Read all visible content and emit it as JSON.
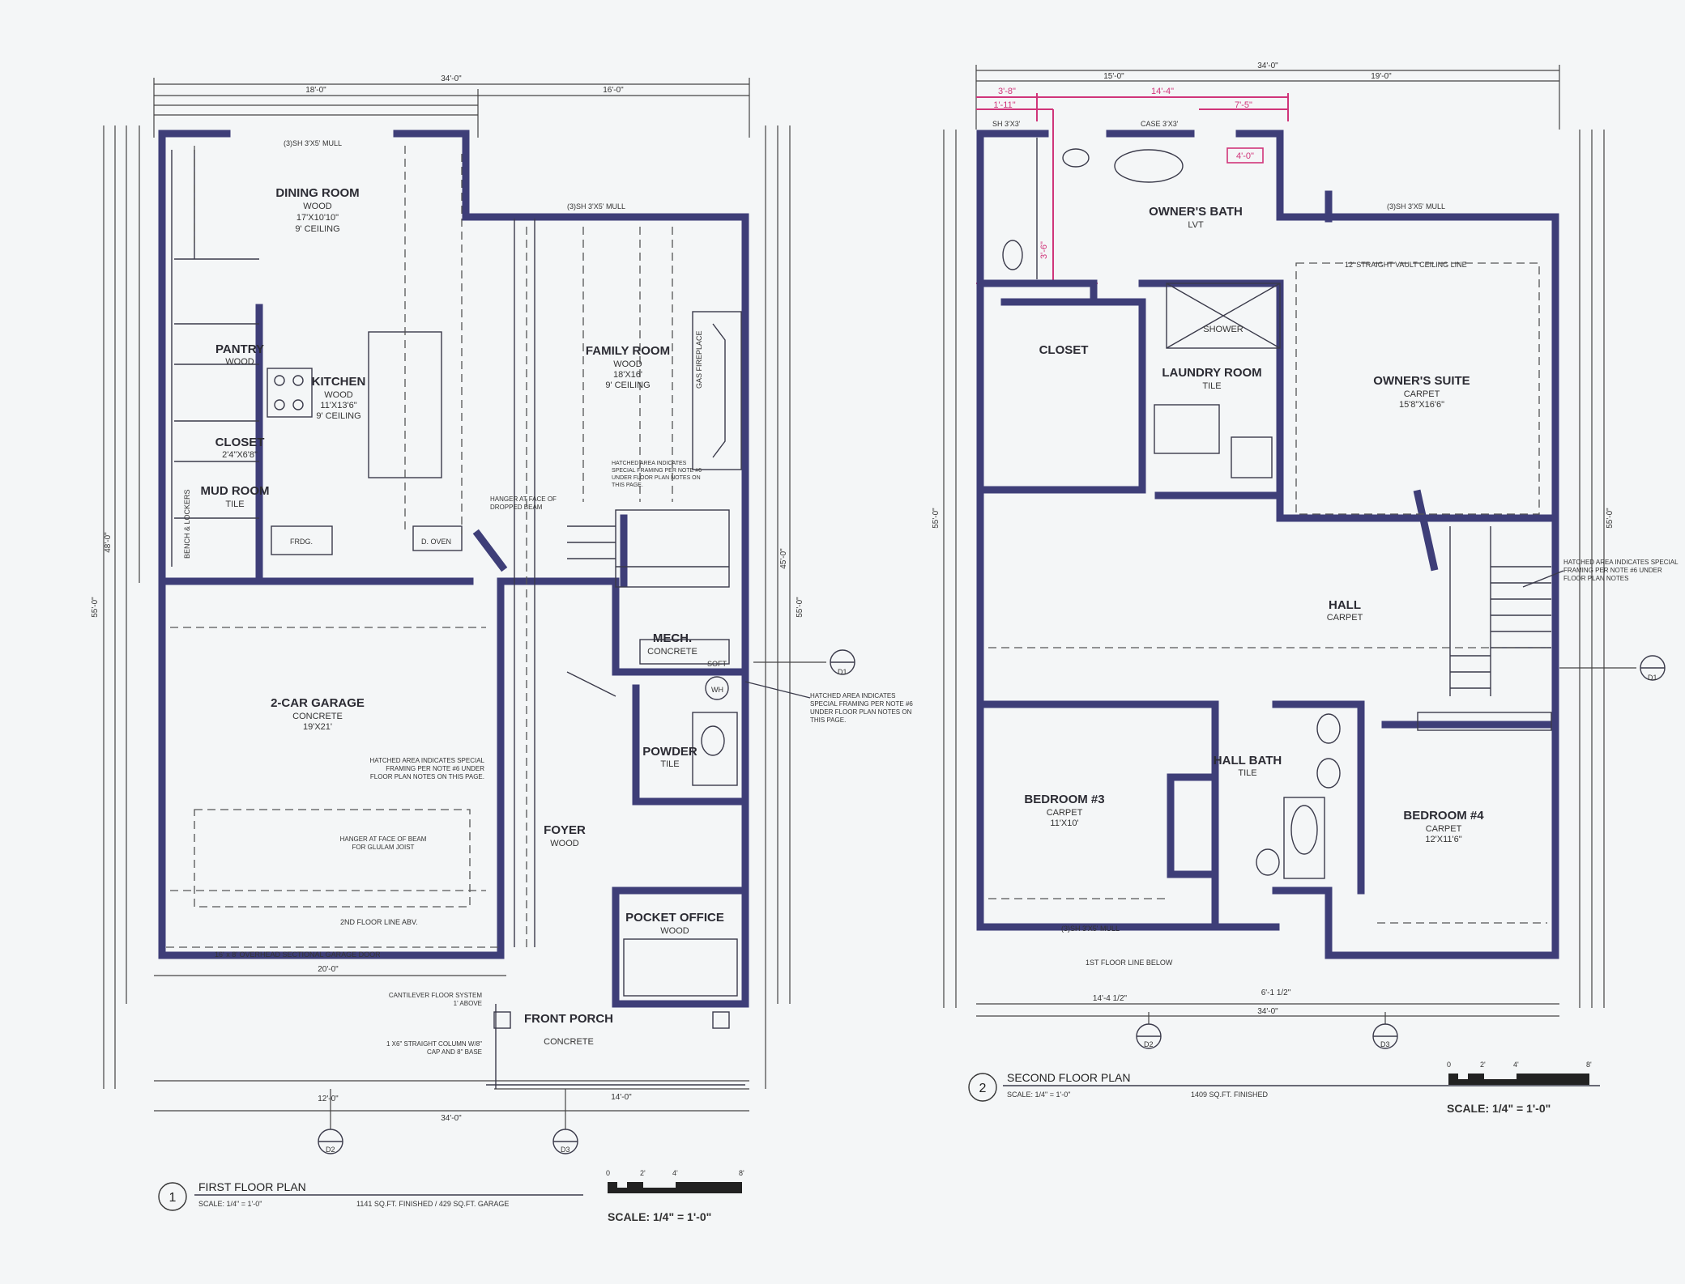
{
  "first_floor": {
    "dims": {
      "overall_top": "34'-0\"",
      "top_left": "18'-0\"",
      "top_right": "16'-0\"",
      "bottom_a": "12'-0\"",
      "bottom_b": "34'-0\"",
      "bottom_c": "20'-0\"",
      "bottom_d": "14'-0\"",
      "left_overall": "55'-0\"",
      "left_upper": "48'-0\"",
      "right_a": "55'-0\"",
      "right_b": "45'-0\"",
      "garage_door_dim": "16' x 8' OVERHEAD SECTIONAL GARAGE DOOR"
    },
    "rooms": [
      {
        "name": "DINING ROOM",
        "lines": [
          "WOOD",
          "17'X10'10\"",
          "9' CEILING"
        ]
      },
      {
        "name": "PANTRY",
        "lines": [
          "WOOD"
        ]
      },
      {
        "name": "KITCHEN",
        "lines": [
          "WOOD",
          "11'X13'6\"",
          "9' CEILING"
        ]
      },
      {
        "name": "CLOSET",
        "lines": [
          "2'4\"X6'8\""
        ]
      },
      {
        "name": "MUD ROOM",
        "lines": [
          "TILE"
        ]
      },
      {
        "name": "FAMILY ROOM",
        "lines": [
          "WOOD",
          "18'X16'",
          "9' CEILING"
        ]
      },
      {
        "name": "MECH.",
        "lines": [
          "CONCRETE"
        ]
      },
      {
        "name": "2-CAR GARAGE",
        "lines": [
          "CONCRETE",
          "19'X21'"
        ]
      },
      {
        "name": "POWDER",
        "lines": [
          "TILE"
        ]
      },
      {
        "name": "FOYER",
        "lines": [
          "WOOD"
        ]
      },
      {
        "name": "POCKET OFFICE",
        "lines": [
          "WOOD"
        ]
      },
      {
        "name": "FRONT PORCH",
        "lines": [
          "CONCRETE"
        ]
      }
    ],
    "labels": {
      "window_top": "(3)SH 3'X5' MULL",
      "window_mid": "(3)SH 3'X5' MULL",
      "frdg": "FRDG.",
      "oven": "D. OVEN",
      "gas_fireplace": "GAS FIREPLACE",
      "bench": "BENCH & LOCKERS",
      "wh": "WH",
      "soft": "SOFT",
      "floor_line": "2ND FLOOR LINE ABV.",
      "garage_door": "16' x 8' OVERHEAD SECTIONAL GARAGE DOOR"
    },
    "notes": {
      "hatched_garage": "HATCHED AREA INDICATES SPECIAL FRAMING PER NOTE #6 UNDER FLOOR PLAN NOTES ON THIS PAGE.",
      "hatched_mech": "HATCHED AREA INDICATES SPECIAL FRAMING PER NOTE #6 UNDER FLOOR PLAN NOTES ON THIS PAGE.",
      "hanger_beam": "HANGER AT FACE OF BEAM FOR GLULAM JOIST",
      "hanger_face": "HANGER AT FACE OF DROPPED BEAM",
      "cantilever": "CANTILEVER FLOOR SYSTEM 1' ABOVE",
      "column": "1 X6\" STRAIGHT COLUMN W/8\" CAP AND 8\" BASE",
      "hatched_family": "HATCHED AREA INDICATES SPECIAL FRAMING PER NOTE #6 UNDER FLOOR PLAN NOTES ON THIS PAGE."
    },
    "markers": {
      "right": "D1",
      "bottom_left": "D2",
      "bottom_mid": "D3"
    },
    "title": {
      "number": "1",
      "name": "FIRST FLOOR PLAN",
      "scale": "SCALE: 1/4\" = 1'-0\"",
      "area": "1141 SQ.FT. FINISHED  /  429 SQ.FT. GARAGE",
      "scale_big": "SCALE:  1/4\"  =  1'-0\"",
      "bar_labels": [
        "0",
        "2'",
        "4'",
        "8'"
      ]
    }
  },
  "second_floor": {
    "dims": {
      "overall_top": "34'-0\"",
      "top_left": "15'-0\"",
      "top_right": "19'-0\"",
      "pink_a": "3'-8\"",
      "pink_b": "14'-4\"",
      "pink_c": "1'-11\"",
      "pink_d": "7'-5\"",
      "pink_e": "4'-0\"",
      "pink_f": "3'-6\"",
      "bottom_a": "14'-4 1/2\"",
      "bottom_b": "34'-0\"",
      "bottom_c": "6'-1 1/2\"",
      "left_overall": "55'-0\"",
      "right_overall": "55'-0\""
    },
    "rooms": [
      {
        "name": "OWNER'S BATH",
        "lines": [
          "LVT"
        ]
      },
      {
        "name": "CLOSET",
        "lines": []
      },
      {
        "name": "LAUNDRY ROOM",
        "lines": [
          "TILE"
        ]
      },
      {
        "name": "SHOWER",
        "lines": []
      },
      {
        "name": "OWNER'S SUITE",
        "lines": [
          "CARPET",
          "15'8\"X16'6\""
        ]
      },
      {
        "name": "HALL",
        "lines": [
          "CARPET"
        ]
      },
      {
        "name": "BEDROOM #3",
        "lines": [
          "CARPET",
          "11'X10'"
        ]
      },
      {
        "name": "HALL BATH",
        "lines": [
          "TILE"
        ]
      },
      {
        "name": "BEDROOM #4",
        "lines": [
          "CARPET",
          "12'X11'6\""
        ]
      }
    ],
    "labels": {
      "window_top": "CASE 3'X3'",
      "window_mid": "(3)SH 3'X5' MULL",
      "window_bottom": "(3)SH 3'X5' MULL",
      "vault": "12' STRAIGHT VAULT CEILING LINE",
      "floor_line": "1ST FLOOR LINE BELOW",
      "sh": "SH 3'X3'"
    },
    "notes": {
      "hatched": "HATCHED AREA INDICATES SPECIAL FRAMING PER NOTE #6 UNDER FLOOR PLAN NOTES"
    },
    "markers": {
      "right": "D1",
      "bottom_left": "D2",
      "bottom_mid": "D3"
    },
    "title": {
      "number": "2",
      "name": "SECOND FLOOR PLAN",
      "scale": "SCALE: 1/4\" = 1'-0\"",
      "area": "1409 SQ.FT. FINISHED",
      "scale_big": "SCALE:  1/4\"  =  1'-0\"",
      "bar_labels": [
        "0",
        "2'",
        "4'",
        "8'"
      ]
    }
  }
}
